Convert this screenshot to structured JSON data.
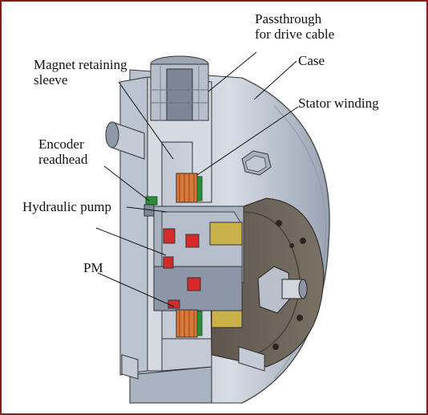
{
  "labels": {
    "passthrough": [
      "Passthrough",
      "for drive cable"
    ],
    "case": "Case",
    "magnet": [
      "Magnet retaining",
      "sleeve"
    ],
    "stator": "Stator winding",
    "encoder": [
      "Encoder",
      "readhead"
    ],
    "pump": "Hydraulic pump",
    "pm": "PM"
  },
  "colors": {
    "metal_light": "#c9d0dc",
    "metal_mid": "#a9b2c2",
    "metal_dark": "#6f7888",
    "housing_dark": "#6b6257",
    "copper": "#d9783a",
    "magnet_red": "#d42a2a",
    "winding_green": "#2e8b3a",
    "brass": "#c9b24a",
    "frame_border": "#8b1a1a"
  }
}
